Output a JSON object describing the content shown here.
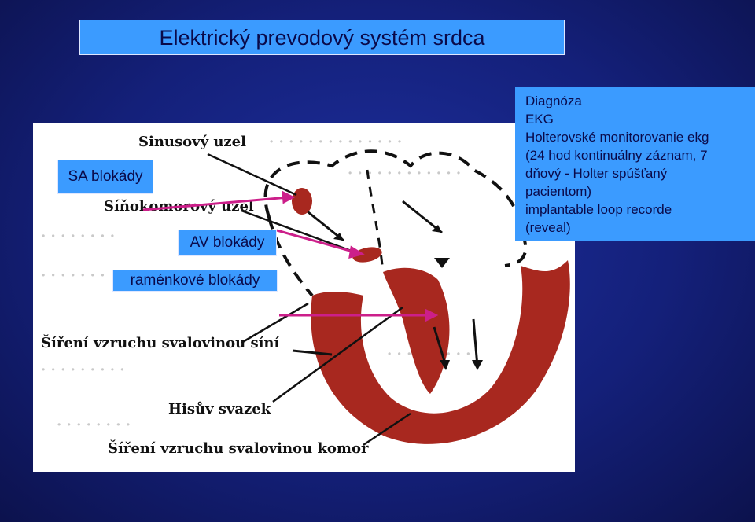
{
  "title": "Elektrický prevodový systém srdca",
  "labels": {
    "sa": "SA blokády",
    "av": "AV blokády",
    "branch": "raménkové  blokády"
  },
  "figure_labels": {
    "sinus_node": "Sinusový uzel",
    "av_node": "Síňokomorový uzel",
    "atrial_spread": "Šíření vzruchu svalovinou síní",
    "his_bundle": "Hisův svazek",
    "ventricular_spread": "Šíření vzruchu svalovinou komor"
  },
  "diagnosis": {
    "lines": [
      "Diagnóza",
      "EKG",
      "Holterovské monitorovanie ekg",
      "(24 hod kontinuálny záznam, 7",
      "dňový -  Holter spúšťaný",
      "pacientom)",
      "implantable loop recorde",
      "(reveal)"
    ]
  },
  "colors": {
    "background": "#14207a",
    "box": "#3b9bff",
    "box_text": "#0a0a4a",
    "muscle": "#a8281f",
    "arrow": "#cc1f8a"
  }
}
